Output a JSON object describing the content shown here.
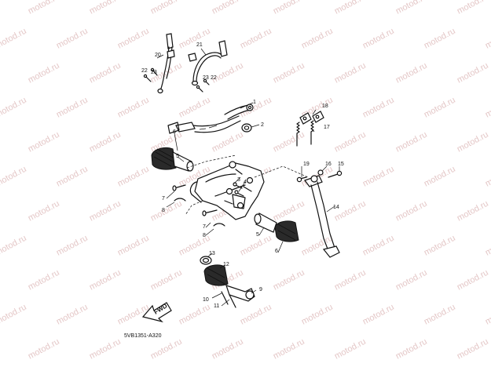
{
  "watermark": {
    "text": "motod.ru",
    "color": "#e4c7c7"
  },
  "diagram_code": "5VB1351-A320",
  "fwd_label": "FWD",
  "callouts": {
    "p1": "1",
    "p2": "2",
    "p3": "3",
    "p4": "4",
    "p5a": "5",
    "p5b": "5",
    "p6a": "6",
    "p6b": "6",
    "p7a": "7",
    "p7b": "7",
    "p8a": "8",
    "p8b": "8",
    "p9": "9",
    "p10": "10",
    "p11": "11",
    "p12": "12",
    "p13": "13",
    "p14": "14",
    "p15": "15",
    "p16": "16",
    "p17": "17",
    "p18": "18",
    "p19": "19",
    "p20": "20",
    "p21": "21",
    "p22a": "22",
    "p22b": "22",
    "p23a": "23",
    "p23b": "23"
  }
}
